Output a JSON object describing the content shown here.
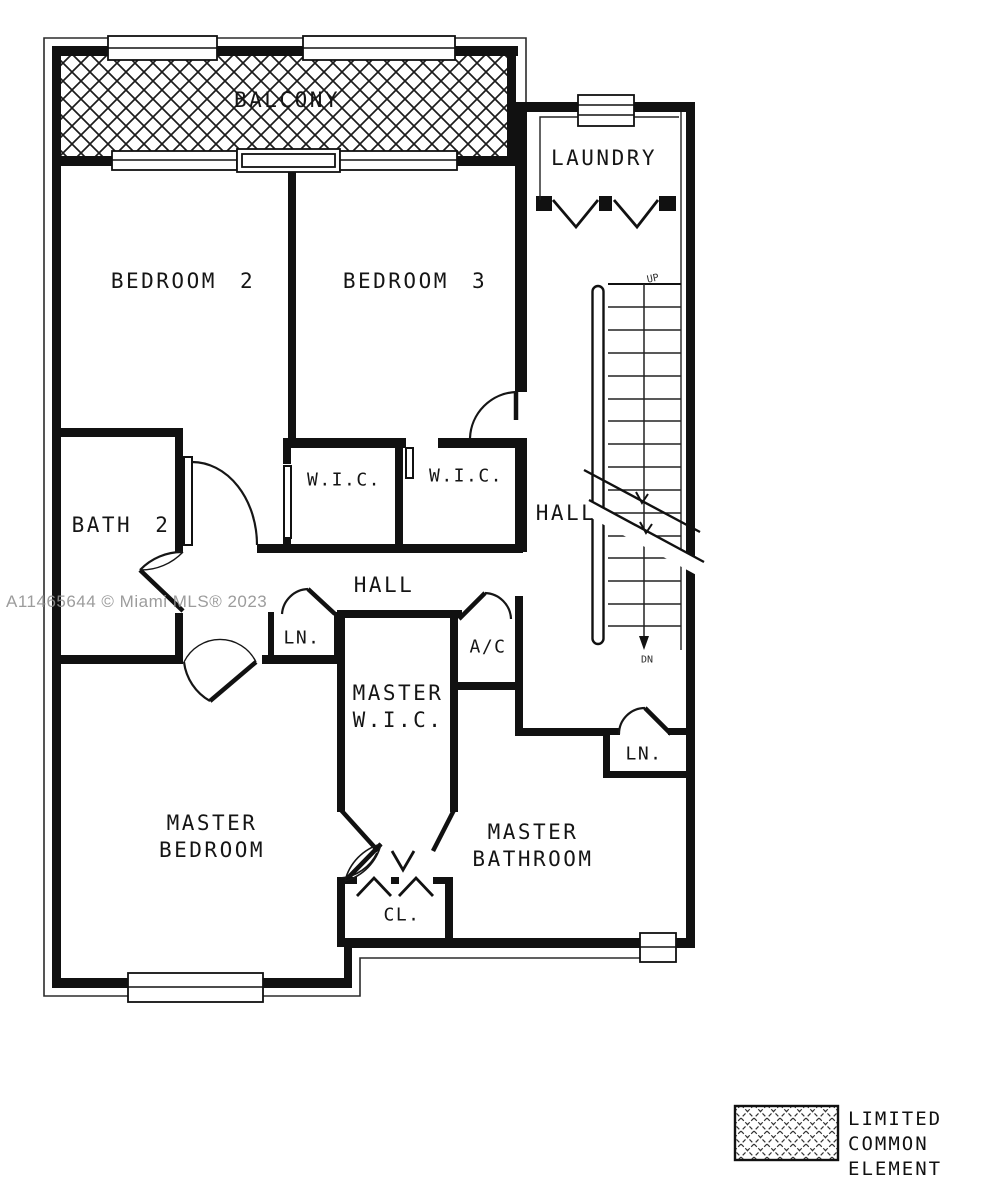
{
  "watermark": "A11465644 © Miami MLS® 2023",
  "rooms": {
    "balcony": "BALCONY",
    "laundry": "LAUNDRY",
    "bedroom2": "BEDROOM 2",
    "bedroom3": "BEDROOM 3",
    "wic_left": "W.I.C.",
    "wic_right": "W.I.C.",
    "hall_upper": "HALL",
    "hall_lower": "HALL",
    "bath2": "BATH 2",
    "linen1": "LN.",
    "ac": "A/C",
    "master_wic_line1": "MASTER",
    "master_wic_line2": "W.I.C.",
    "linen2": "LN.",
    "master_bedroom_line1": "MASTER",
    "master_bedroom_line2": "BEDROOM",
    "master_bathroom_line1": "MASTER",
    "master_bathroom_line2": "BATHROOM",
    "closet": "CL.",
    "stairs_up": "UP",
    "stairs_down": "DN"
  },
  "legend": {
    "line1": "LIMITED",
    "line2": "COMMON",
    "line3": "ELEMENT",
    "swatch_meaning": "limited-common-element-hatch"
  },
  "colors": {
    "wall": "#111111",
    "text": "#151515",
    "watermark": "#919191",
    "background": "#ffffff"
  }
}
